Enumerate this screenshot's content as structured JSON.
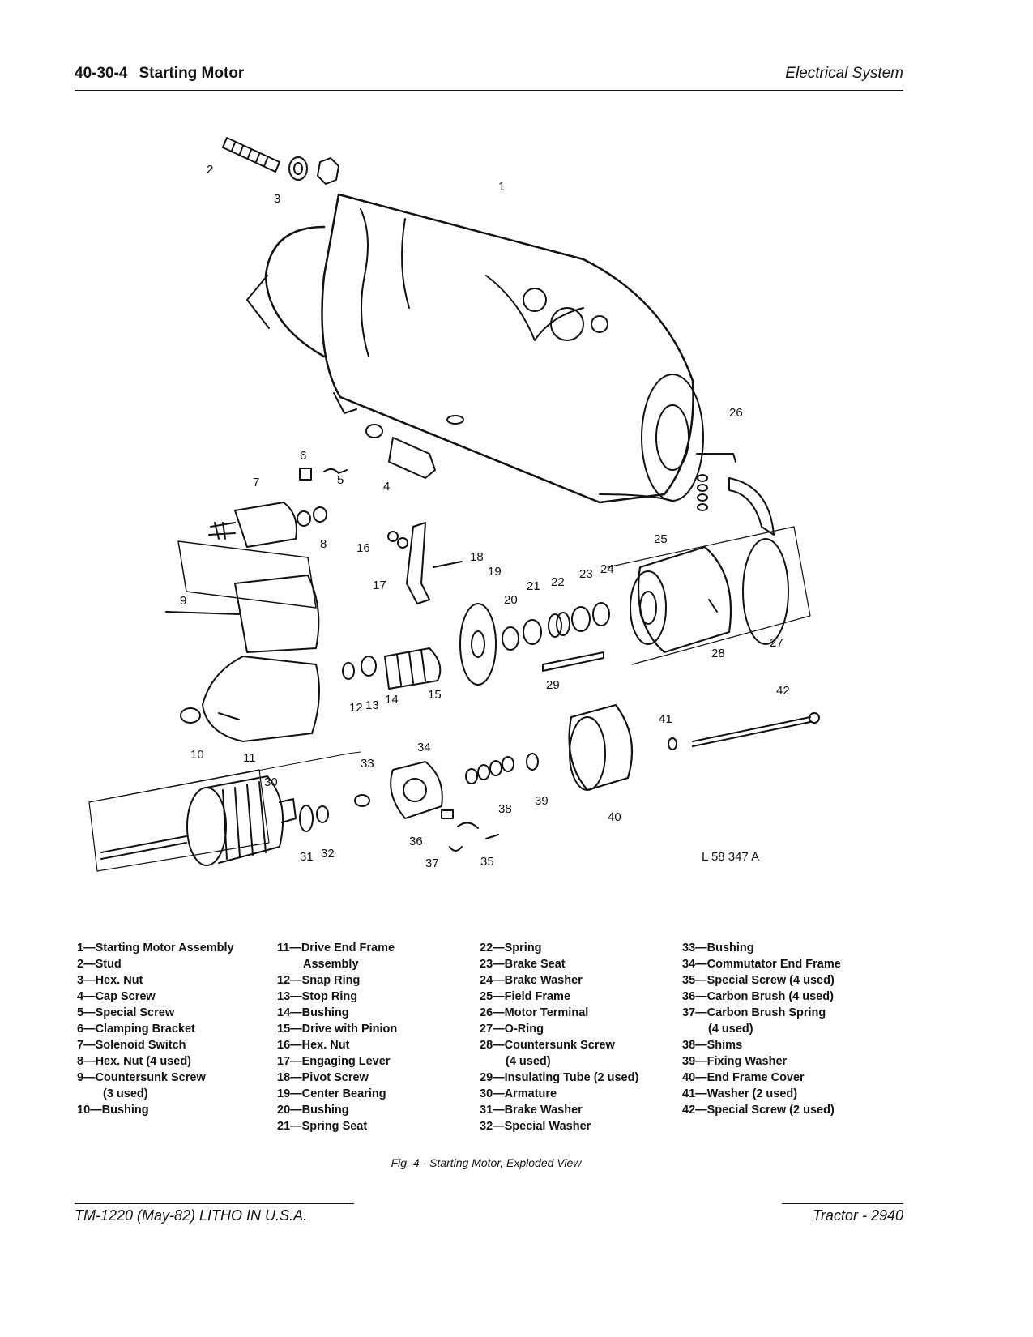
{
  "header": {
    "section_number": "40-30-4",
    "section_title": "Starting Motor",
    "chapter": "Electrical System"
  },
  "figure": {
    "callouts": [
      "1",
      "2",
      "3",
      "4",
      "5",
      "6",
      "7",
      "8",
      "9",
      "10",
      "11",
      "12",
      "13",
      "14",
      "15",
      "16",
      "17",
      "18",
      "19",
      "20",
      "21",
      "22",
      "23",
      "24",
      "25",
      "26",
      "27",
      "28",
      "29",
      "30",
      "31",
      "32",
      "33",
      "34",
      "35",
      "36",
      "37",
      "38",
      "39",
      "40",
      "41",
      "42"
    ],
    "drawing_id": "L 58 347 A"
  },
  "legend": {
    "columns": [
      [
        "1—Starting Motor Assembly",
        "2—Stud",
        "3—Hex. Nut",
        "4—Cap Screw",
        "5—Special Screw",
        "6—Clamping Bracket",
        "7—Solenoid Switch",
        "8—Hex. Nut (4 used)",
        "9—Countersunk Screw",
        "(3 used)",
        "10—Bushing"
      ],
      [
        "11—Drive End Frame",
        "Assembly",
        "12—Snap Ring",
        "13—Stop Ring",
        "14—Bushing",
        "15—Drive with Pinion",
        "16—Hex. Nut",
        "17—Engaging Lever",
        "18—Pivot Screw",
        "19—Center Bearing",
        "20—Bushing",
        "21—Spring Seat"
      ],
      [
        "22—Spring",
        "23—Brake Seat",
        "24—Brake Washer",
        "25—Field Frame",
        "26—Motor Terminal",
        "27—O-Ring",
        "28—Countersunk Screw",
        "(4 used)",
        "29—Insulating Tube (2 used)",
        "30—Armature",
        "31—Brake Washer",
        "32—Special Washer"
      ],
      [
        "33—Bushing",
        "34—Commutator End Frame",
        "35—Special Screw (4 used)",
        "36—Carbon Brush (4 used)",
        "37—Carbon Brush Spring",
        "(4 used)",
        "38—Shims",
        "39—Fixing Washer",
        "40—End Frame Cover",
        "41—Washer (2 used)",
        "42—Special Screw (2 used)"
      ]
    ]
  },
  "caption": "Fig. 4 - Starting Motor, Exploded View",
  "footer": {
    "left": "TM-1220 (May-82)   LITHO IN U.S.A.",
    "right": "Tractor - 2940"
  }
}
